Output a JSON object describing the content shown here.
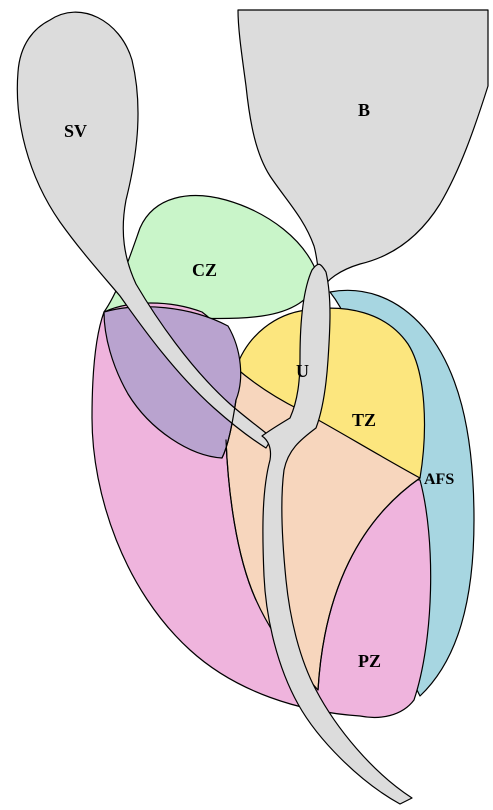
{
  "diagram": {
    "labels": {
      "sv": "SV",
      "b": "B",
      "cz": "CZ",
      "u": "U",
      "tz": "TZ",
      "afs": "AFS",
      "pz": "PZ"
    },
    "colors": {
      "seminal_vesicle": "#dcdcdc",
      "bladder": "#dcdcdc",
      "urethra": "#dcdcdc",
      "central_zone": "#c9f5c9",
      "transition_zone": "#fce67e",
      "anterior_fibromuscular_stroma": "#a7d6e1",
      "peripheral_zone": "#efb4dd",
      "overlap_cz_pz": "#b9a3cf",
      "overlap_tz_pz": "#f7d6bd"
    }
  }
}
